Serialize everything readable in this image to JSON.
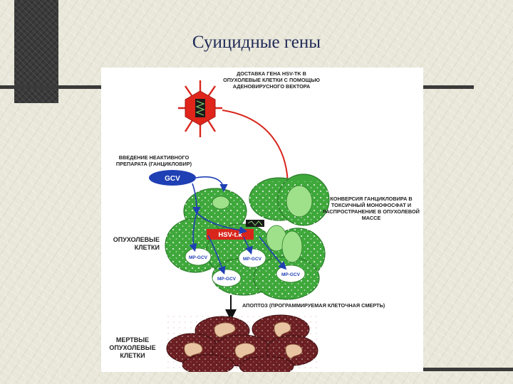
{
  "title": "Суицидные гены",
  "labels": {
    "delivery": "ДОСТАВКА ГЕНА HSV-tk В ОПУХОЛЕВЫЕ КЛЕТКИ С ПОМОЩЬЮ АДЕНОВИРУСНОГО ВЕКТОРА",
    "injection": "ВВЕДЕНИЕ НЕАКТИВНОГО ПРЕПАРАТА (ГАНЦИКЛОВИР)",
    "conversion": "КОНВЕРСИЯ ГАНЦИКЛОВИРА В ТОКСИЧНЫЙ МОНОФОСФАТ И РАСПРОСТРАНЕНИЕ В ОПУХОЛЕВОЙ МАССЕ",
    "tumor_cells": "ОПУХОЛЕВЫЕ КЛЕТКИ",
    "apoptosis": "АПОПТОЗ (ПРОГРАММИРУЕМАЯ КЛЕТОЧНАЯ СМЕРТЬ)",
    "dead_cells": "МЕРТВЫЕ ОПУХОЛЕВЫЕ КЛЕТКИ"
  },
  "tags": {
    "ganciclovir": "GCV",
    "enzyme": "HSV-t.k",
    "monophosphate": "MP-GCV"
  },
  "colors": {
    "title": "#1f2a57",
    "virus": "#e0251b",
    "cell_green": "#3fa83b",
    "cell_light": "#9fe08a",
    "arrow_blue": "#1f3fb4",
    "dead_cell": "#6b1f22",
    "nucleus": "#e9c4a3"
  }
}
